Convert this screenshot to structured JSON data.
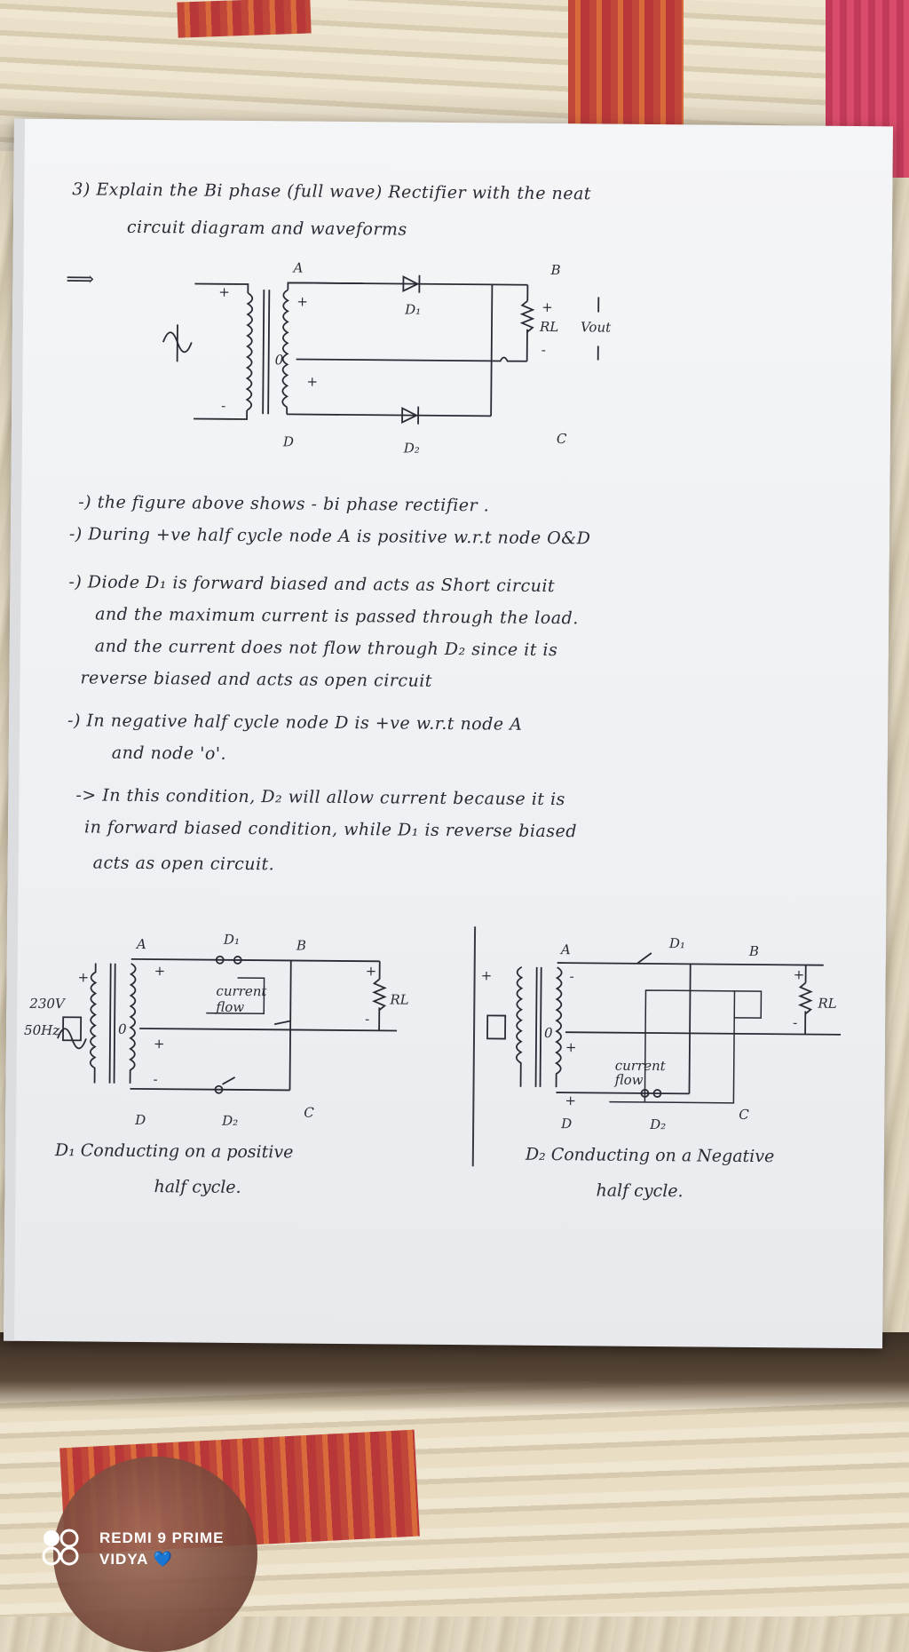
{
  "question": {
    "line1": "3) Explain   the  Bi  phase (full wave) Rectifier  with  the neat",
    "line2": "circuit  diagram   and   waveforms"
  },
  "arrow": "⟹",
  "diagram1": {
    "labels": {
      "node_a": "A",
      "node_b": "B",
      "node_c": "C",
      "node_d": "D",
      "d1": "D₁",
      "d2": "D₂",
      "rl": "RL",
      "vout": "Vout",
      "plus": "+",
      "minus": "-",
      "zero": "0"
    }
  },
  "explanation": {
    "l1": "-) the  figure  above  shows  - bi phase   rectifier .",
    "l2": "-) During  +ve  half  cycle   node  A  is  positive        w.r.t node O&D",
    "l3": "-) Diode  D₁    is   forward    biased  and  acts  as    Short circuit",
    "l4": "and   the   maximum    current   is  passed     through the load.",
    "l5": "and  the    current    does  not  flow through   D₂ since  it is",
    "l6": "reverse      biased  and    acts  as    open circuit",
    "l7": "-) In     negative   half  cycle   node  D is  +ve      w.r.t node A",
    "l8": "and      node 'o'.",
    "l9": "-> In     this   condition,   D₂  will  allow   current    because  it is",
    "l10": "in   forward  biased  condition,   while  D₁ is  reverse    biased",
    "l11": "acts      as    open    circuit."
  },
  "diagram2": {
    "labels": {
      "v230": "230V",
      "hz": "50Hz",
      "a": "A",
      "b": "B",
      "c": "C",
      "d": "D",
      "d1": "D₁",
      "d2": "D₂",
      "rl": "RL",
      "current_flow_1": "current",
      "current_flow_2": "flow",
      "plus": "+",
      "minus": "-",
      "zero": "0"
    },
    "caption1": "D₁    Conducting   on a  positive",
    "caption2": "half       cycle."
  },
  "diagram3": {
    "labels": {
      "a": "A",
      "b": "B",
      "c": "C",
      "d": "D",
      "d1": "D₁",
      "d2": "D₂",
      "rl": "RL",
      "current_flow_1": "current",
      "current_flow_2": "flow",
      "plus": "+",
      "minus": "-",
      "zero": "0"
    },
    "caption1": "D₂  Conducting    on a   Negative",
    "caption2": "half     cycle."
  },
  "watermark": {
    "line1": "REDMI 9 PRIME",
    "line2": "VIDYA 💙"
  }
}
